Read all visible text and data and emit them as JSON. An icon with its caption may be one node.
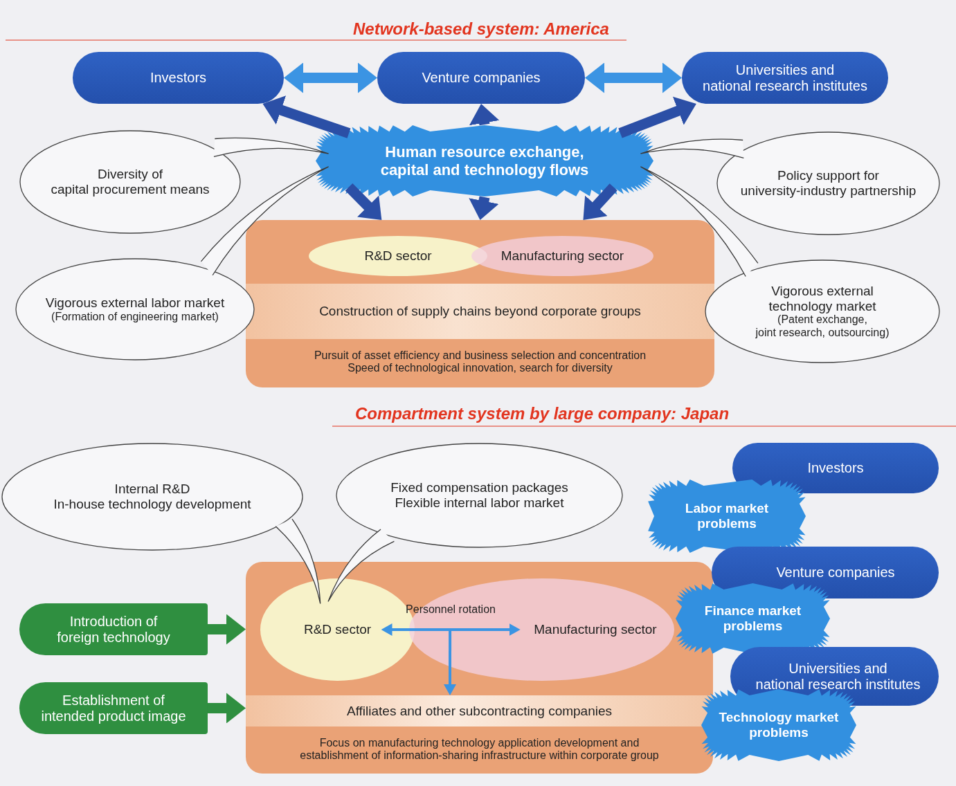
{
  "diagram": {
    "nodes": [
      {
        "text": [
          "Investors"
        ]
      },
      {
        "text": [
          "Venture companies"
        ]
      },
      {
        "text": [
          "Universities and",
          "national research institutes"
        ]
      },
      {
        "text": [
          "Human resource exchange,",
          "capital and technology flows"
        ]
      },
      {
        "text": [
          "Construction of supply chains beyond corporate groups",
          "Pursuit of asset efficiency and business selection and concentration",
          "Speed of technological innovation, search for diversity"
        ]
      },
      {
        "text": [
          "R&D sector"
        ],
        "in": 4
      },
      {
        "text": [
          "Manufacturing sector"
        ],
        "in": 4
      },
      {
        "text": [
          "Diversity of",
          "capital procurement means"
        ]
      },
      {
        "text": [
          "Vigorous external labor market",
          "(Formation of engineering market)"
        ]
      },
      {
        "text": [
          "Policy support for",
          "university-industry partnership"
        ]
      },
      {
        "text": [
          "Vigorous external",
          "technology market",
          "(Patent exchange,",
          "joint research, outsourcing)"
        ]
      },
      {
        "text": [
          "Focus on manufacturing technology application development and",
          "establishment of information-sharing infrastructure within corporate group"
        ]
      },
      {
        "text": [
          "R&D sector"
        ],
        "in": 11
      },
      {
        "text": [
          "Manufacturing sector"
        ],
        "in": 11
      },
      {
        "text": [
          "Affiliates and other subcontracting companies"
        ],
        "in": 11
      },
      {
        "text": [
          "Internal R&D",
          "In-house technology development"
        ]
      },
      {
        "text": [
          "Fixed compensation packages",
          "Flexible internal labor market"
        ]
      },
      {
        "text": [
          "Introduction of",
          "foreign technology"
        ]
      },
      {
        "text": [
          "Establishment of",
          "intended product image"
        ]
      },
      {
        "text": [
          "Investors"
        ]
      },
      {
        "text": [
          "Labor market",
          "problems"
        ]
      },
      {
        "text": [
          "Venture companies"
        ]
      },
      {
        "text": [
          "Finance market",
          "problems"
        ]
      },
      {
        "text": [
          "Universities and",
          "national research institutes"
        ]
      },
      {
        "text": [
          "Technology market",
          "problems"
        ]
      }
    ],
    "edges": [
      {
        "from": 0,
        "to": 1,
        "arrow": "both",
        "color": "#3b94e3"
      },
      {
        "from": 1,
        "to": 2,
        "arrow": "both",
        "color": "#3b94e3"
      },
      {
        "from": 3,
        "to": 0,
        "arrow": "to",
        "color": "#2b4fa6"
      },
      {
        "from": 3,
        "to": 1,
        "arrow": "to",
        "color": "#2b4fa6"
      },
      {
        "from": 3,
        "to": 2,
        "arrow": "to",
        "color": "#2b4fa6"
      },
      {
        "from": 3,
        "to": 4,
        "arrow": "to",
        "color": "#2b4fa6"
      },
      {
        "from": 3,
        "to": 4,
        "arrow": "to",
        "color": "#2b4fa6"
      },
      {
        "from": 3,
        "to": 4,
        "arrow": "to",
        "color": "#2b4fa6"
      },
      {
        "from": 7,
        "to": 3,
        "arrow": "none",
        "color": "#3a3a3a"
      },
      {
        "from": 8,
        "to": 3,
        "arrow": "none",
        "color": "#3a3a3a"
      },
      {
        "from": 9,
        "to": 3,
        "arrow": "none",
        "color": "#3a3a3a"
      },
      {
        "from": 10,
        "to": 3,
        "arrow": "none",
        "color": "#3a3a3a"
      },
      {
        "from": 12,
        "to": 13,
        "arrow": "both",
        "label": "Personnel rotation",
        "color": "#3b94e3"
      },
      {
        "from": 13,
        "to": 14,
        "arrow": "to",
        "color": "#3b94e3"
      },
      {
        "from": 15,
        "to": 12,
        "arrow": "none",
        "color": "#3a3a3a"
      },
      {
        "from": 16,
        "to": 12,
        "arrow": "none",
        "color": "#3a3a3a"
      },
      {
        "from": 17,
        "to": 11,
        "arrow": "to",
        "color": "#2f8f40"
      },
      {
        "from": 18,
        "to": 11,
        "arrow": "to",
        "color": "#2f8f40"
      }
    ],
    "labels": [
      "Network-based system: America",
      "Compartment system by large company: Japan"
    ]
  }
}
